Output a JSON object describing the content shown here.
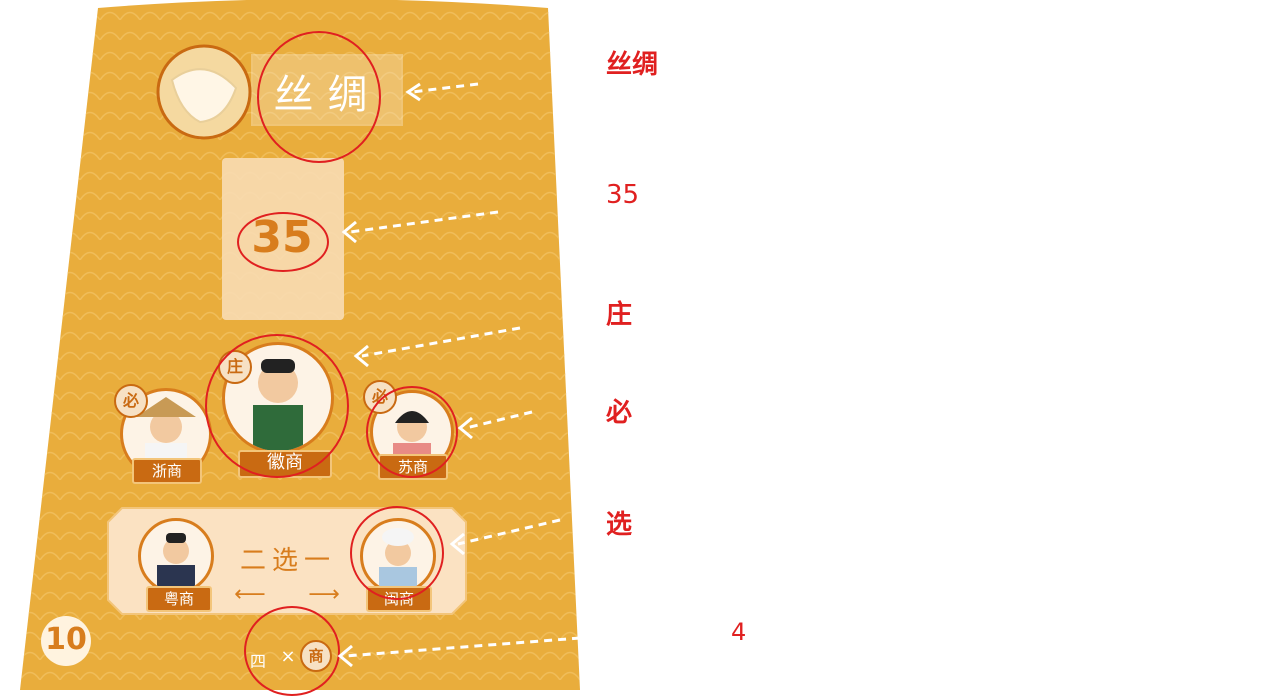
{
  "card": {
    "title": "丝绸",
    "value": "35",
    "number": "10",
    "host_badge": "庄",
    "required_badge": "必",
    "choose_label": "二选一",
    "arrow_left": "⟵",
    "arrow_right": "⟶",
    "bottom_left": "四",
    "bottom_x": "×",
    "bottom_right": "商",
    "merchants": {
      "center": "徽商",
      "left": "浙商",
      "right": "苏商",
      "option_a": "粤商",
      "option_b": "闽商"
    },
    "colors": {
      "card": "#e9ad3c",
      "accent": "#c96a12",
      "annotation": "#e02020"
    }
  },
  "annotations": [
    {
      "key": "丝绸",
      "desc": ""
    },
    {
      "key": "35",
      "desc": ""
    },
    {
      "key": "庄",
      "desc": ""
    },
    {
      "key": "必",
      "desc": ""
    },
    {
      "key": "选",
      "desc": ""
    },
    {
      "key": "4",
      "desc": ""
    }
  ]
}
